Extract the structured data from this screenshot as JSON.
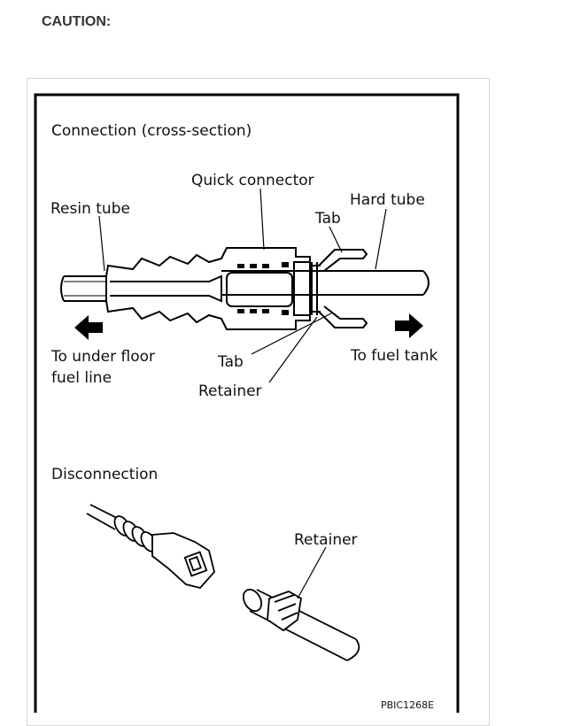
{
  "heading": "CAUTION:",
  "figure": {
    "connection_title": "Connection (cross-section)",
    "labels": {
      "quick_connector": "Quick connector",
      "resin_tube": "Resin tube",
      "hard_tube": "Hard tube",
      "tab_top": "Tab",
      "tab_bottom": "Tab",
      "retainer": "Retainer",
      "to_under_floor_1": "To under floor",
      "to_under_floor_2": "fuel line",
      "to_fuel_tank": "To fuel tank"
    },
    "disconnection_title": "Disconnection",
    "disconnection_retainer": "Retainer",
    "figure_code": "PBIC1268E"
  }
}
